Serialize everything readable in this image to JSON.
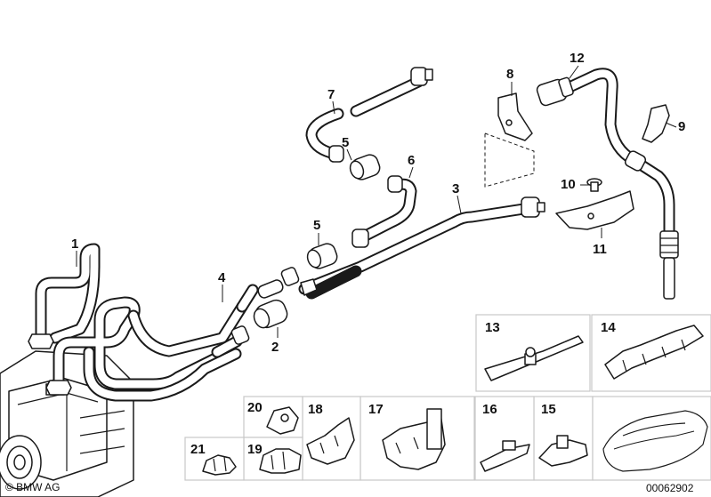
{
  "labels": {
    "p1": "1",
    "p2": "2",
    "p3": "3",
    "p4": "4",
    "p5a": "5",
    "p5b": "5",
    "p6": "6",
    "p7": "7",
    "p8": "8",
    "p9": "9",
    "p10": "10",
    "p11": "11",
    "p12": "12",
    "p13": "13",
    "p14": "14",
    "p15": "15",
    "p16": "16",
    "p17": "17",
    "p18": "18",
    "p19": "19",
    "p20": "20",
    "p21": "21"
  },
  "footer": {
    "copyright": "© BMW AG",
    "diagram_number": "00062902"
  }
}
